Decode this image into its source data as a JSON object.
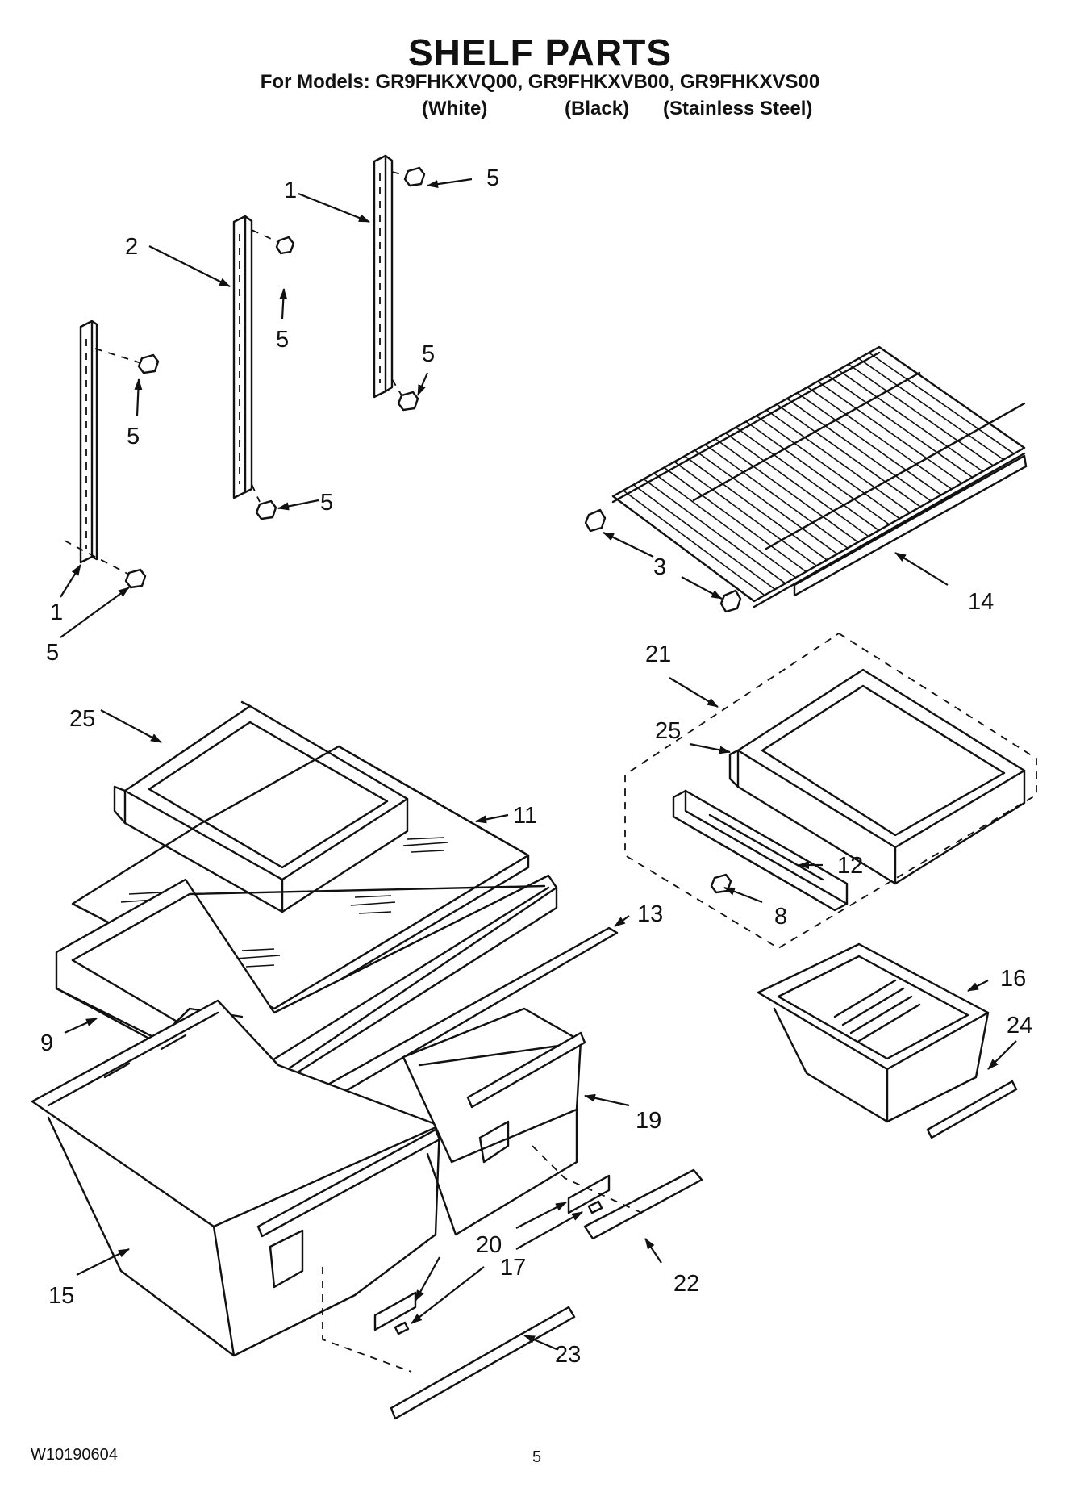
{
  "header": {
    "title": "SHELF PARTS",
    "models_line": "For Models: GR9FHKXVQ00, GR9FHKXVB00, GR9FHKXVS00",
    "variants": [
      "(White)",
      "(Black)",
      "(Stainless Steel)"
    ]
  },
  "footer": {
    "document_code": "W10190604",
    "page_number": "5"
  },
  "callouts": {
    "c1_top": "1",
    "c1_left": "1",
    "c2": "2",
    "c3": "3",
    "c5_tr": "5",
    "c5_tr_low": "5",
    "c5_mid_top": "5",
    "c5_mid_low": "5",
    "c5_left_top": "5",
    "c5_left_low": "5",
    "c8": "8",
    "c9": "9",
    "c11": "11",
    "c12": "12",
    "c13": "13",
    "c14": "14",
    "c15": "15",
    "c16": "16",
    "c17": "17",
    "c19": "19",
    "c20": "20",
    "c21": "21",
    "c22": "22",
    "c23": "23",
    "c24": "24",
    "c25_left": "25",
    "c25_right": "25"
  }
}
